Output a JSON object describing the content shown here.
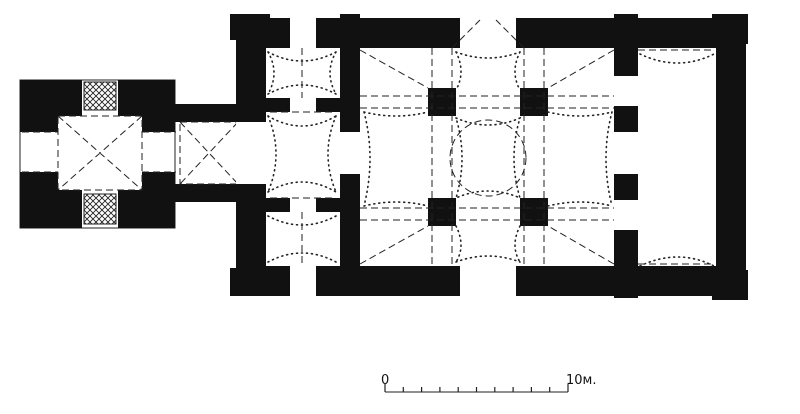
{
  "drawing": {
    "title": "",
    "wall_color": "#111111",
    "hatch_color": "#222222",
    "background": "#ffffff"
  },
  "scale_bar": {
    "start_label": "0",
    "end_label": "10м.",
    "divisions": 10
  }
}
